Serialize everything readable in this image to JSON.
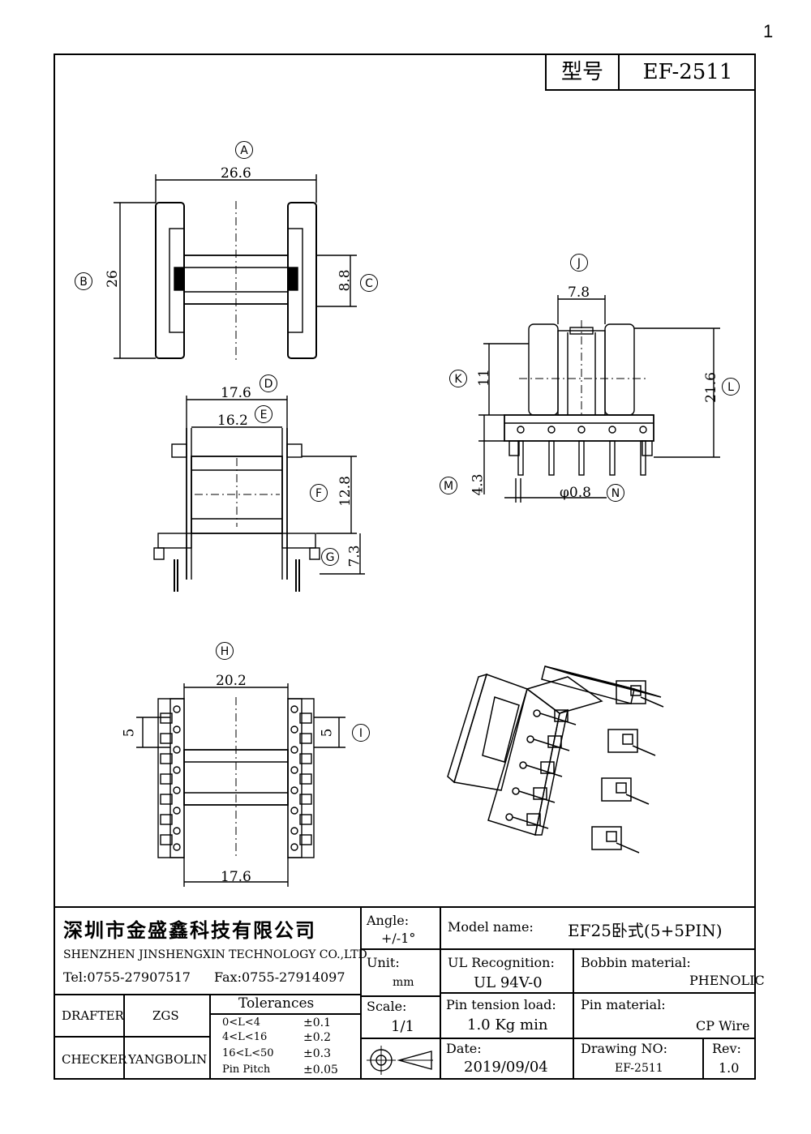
{
  "page_number": "1",
  "model_label": "型号",
  "model_value": "EF-2511",
  "dims": {
    "a": "26.6",
    "b": "26",
    "c": "8.8",
    "d": "17.6",
    "e": "16.2",
    "f": "12.8",
    "g": "7.3",
    "h": "20.2",
    "i": "5",
    "i2": "5",
    "h2": "17.6",
    "j": "7.8",
    "k": "11",
    "l": "21.6",
    "m": "4.3",
    "n": "φ0.8"
  },
  "callouts": [
    "A",
    "B",
    "C",
    "D",
    "E",
    "F",
    "G",
    "H",
    "I",
    "J",
    "K",
    "L",
    "M",
    "N"
  ],
  "title_block": {
    "company_cn": "深圳市金盛鑫科技有限公司",
    "company_en": "SHENZHEN JINSHENGXIN TECHNOLOGY CO.,LTD",
    "tel": "Tel:0755-27907517",
    "fax": "Fax:0755-27914097",
    "angle_label": "Angle:",
    "angle_value": "+/-1°",
    "unit_label": "Unit:",
    "unit_value": "mm",
    "scale_label": "Scale:",
    "scale_value": "1/1",
    "model_name_label": "Model name:",
    "model_name_value": "EF25卧式(5+5PIN)",
    "ul_label": "UL Recognition:",
    "ul_value": "UL 94V-0",
    "bobbin_label": "Bobbin material:",
    "bobbin_value": "PHENOLIC",
    "pin_tension_label": "Pin tension load:",
    "pin_tension_value": "1.0 Kg min",
    "pin_material_label": "Pin material:",
    "pin_material_value": "CP Wire",
    "date_label": "Date:",
    "date_value": "2019/09/04",
    "drawing_no_label": "Drawing NO:",
    "drawing_no_value": "EF-2511",
    "rev_label": "Rev:",
    "rev_value": "1.0",
    "drafter_label": "DRAFTER",
    "drafter_value": "ZGS",
    "checker_label": "CHECKER",
    "checker_value": "YANGBOLIN",
    "tolerances_title": "Tolerances",
    "tolerances": [
      {
        "range": "0<L<4",
        "value": "±0.1"
      },
      {
        "range": "4<L<16",
        "value": "±0.2"
      },
      {
        "range": "16<L<50",
        "value": "±0.3"
      },
      {
        "range": "Pin Pitch",
        "value": "±0.05"
      }
    ]
  }
}
